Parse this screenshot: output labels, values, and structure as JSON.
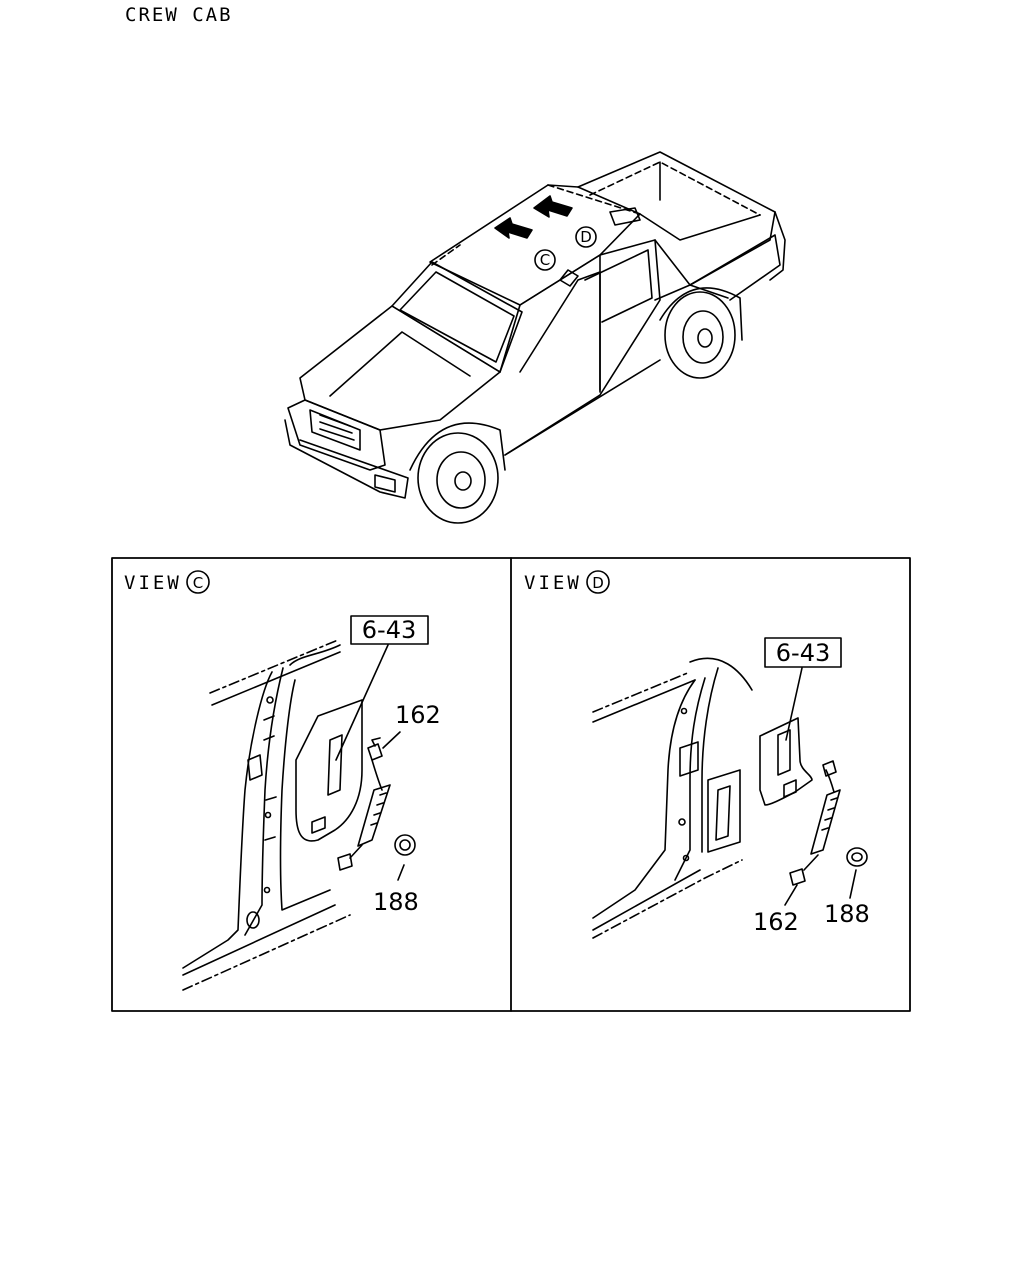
{
  "header": {
    "title": "CREW CAB"
  },
  "overview": {
    "markers": [
      {
        "id": "C",
        "letter": "C"
      },
      {
        "id": "D",
        "letter": "D"
      }
    ]
  },
  "views": [
    {
      "id": "view-c",
      "label": "VIEW",
      "letter": "C",
      "callouts": {
        "ref": "6-43",
        "bolt": "162",
        "clip": "188"
      }
    },
    {
      "id": "view-d",
      "label": "VIEW",
      "letter": "D",
      "callouts": {
        "ref": "6-43",
        "bolt": "162",
        "clip": "188"
      }
    }
  ],
  "colors": {
    "line": "#000000",
    "background": "#ffffff"
  }
}
